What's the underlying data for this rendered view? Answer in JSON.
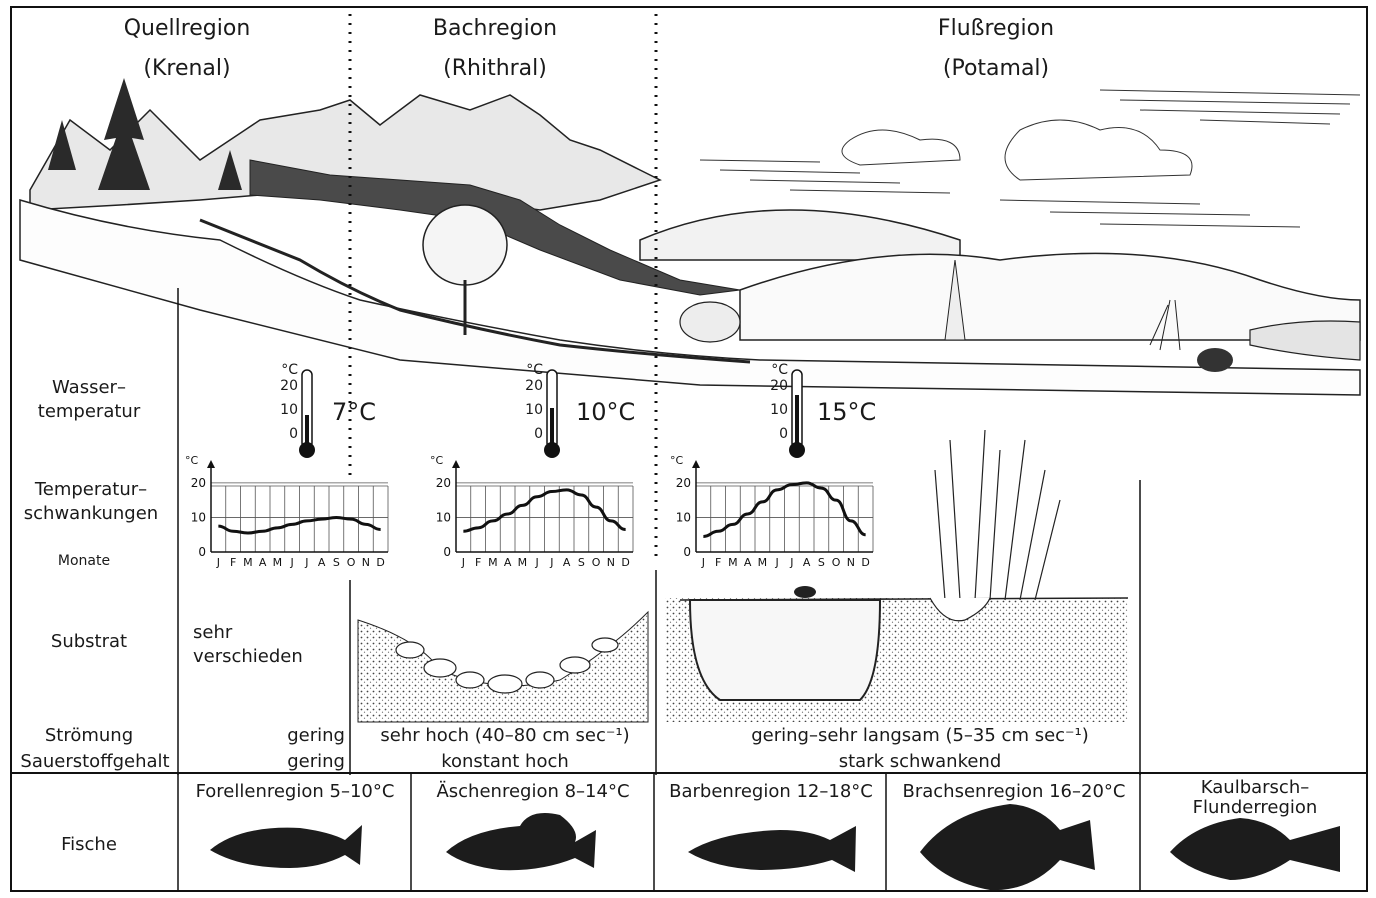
{
  "regions": [
    {
      "title": "Quellregion",
      "subtitle": "(Krenal)"
    },
    {
      "title": "Bachregion",
      "subtitle": "(Rhithral)"
    },
    {
      "title": "Flußregion",
      "subtitle": "(Potamal)"
    }
  ],
  "row_labels": {
    "water_temp": [
      "Wasser–",
      "temperatur"
    ],
    "temp_fluct": [
      "Temperatur–",
      "schwankungen"
    ],
    "months_label": "Monate",
    "substrate": "Substrat",
    "current": "Strömung",
    "oxygen": "Sauerstoffgehalt",
    "fish": "Fische"
  },
  "thermometer_scale": {
    "unit": "°C",
    "ticks": [
      "20",
      "10",
      "0"
    ]
  },
  "water_temperatures": [
    "7°C",
    "10°C",
    "15°C"
  ],
  "substrate_text": [
    "sehr",
    "verschieden"
  ],
  "current_values": [
    "gering",
    "sehr hoch (40–80 cm sec⁻¹)",
    "gering–sehr langsam (5–35 cm sec⁻¹)"
  ],
  "oxygen_values": [
    "gering",
    "konstant hoch",
    "stark schwankend"
  ],
  "fish_regions": [
    "Forellenregion 5–10°C",
    "Äschenregion 8–14°C",
    "Barbenregion 12–18°C",
    "Brachsenregion 16–20°C",
    "Kaulbarsch–",
    "Flunderregion"
  ],
  "chart_data": [
    {
      "type": "line",
      "ylabel": "°C",
      "yticks": [
        "20",
        "10",
        "0"
      ],
      "ylim": [
        0,
        22
      ],
      "categories": [
        "J",
        "F",
        "M",
        "A",
        "M",
        "J",
        "J",
        "A",
        "S",
        "O",
        "N",
        "D"
      ],
      "values": [
        7.5,
        6,
        5.5,
        6,
        7,
        8,
        9,
        9.5,
        10,
        9.5,
        8,
        6.5
      ],
      "grid": true
    },
    {
      "type": "line",
      "ylabel": "°C",
      "yticks": [
        "20",
        "10",
        "0"
      ],
      "ylim": [
        0,
        22
      ],
      "categories": [
        "J",
        "F",
        "M",
        "A",
        "M",
        "J",
        "J",
        "A",
        "S",
        "O",
        "N",
        "D"
      ],
      "values": [
        6,
        7,
        9,
        11,
        13.5,
        16,
        17.5,
        18,
        16.5,
        13,
        9,
        6.5
      ],
      "grid": true
    },
    {
      "type": "line",
      "ylabel": "°C",
      "yticks": [
        "20",
        "10",
        "0"
      ],
      "ylim": [
        0,
        22
      ],
      "categories": [
        "J",
        "F",
        "M",
        "A",
        "M",
        "J",
        "J",
        "A",
        "S",
        "O",
        "N",
        "D"
      ],
      "values": [
        4.5,
        6,
        8,
        11,
        14.5,
        18,
        19.5,
        20,
        18.5,
        15,
        9,
        5
      ],
      "grid": true
    }
  ]
}
